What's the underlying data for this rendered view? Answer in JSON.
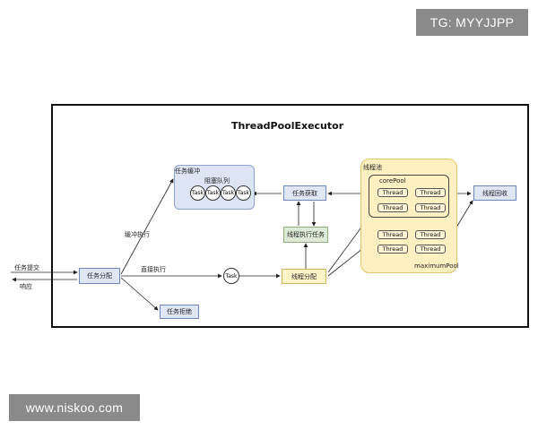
{
  "watermarks": {
    "top": "TG: MYYJJPP",
    "bottom": "www.niskoo.com"
  },
  "diagram": {
    "title": "ThreadPoolExecutor",
    "inputs": {
      "submit": "任务提交",
      "response": "响应"
    },
    "nodes": {
      "dispatch": "任务分配",
      "buffer_group": "任务缓冲",
      "blocking_queue": "阻塞队列",
      "reject": "任务拒绝",
      "task_fetch": "任务获取",
      "thread_exec_task": "线程执行任务",
      "thread_assign": "线程分配",
      "thread_recycle": "线程回收",
      "thread_pool": "线程池",
      "core_pool": "corePool",
      "maximum_pool": "maximumPool",
      "direct_task": "Task"
    },
    "queue_tasks": [
      "Task",
      "Task",
      "Task",
      "Task"
    ],
    "threads": [
      "Thread",
      "Thread",
      "Thread",
      "Thread",
      "Thread",
      "Thread",
      "Thread",
      "Thread"
    ],
    "edge_labels": {
      "buffer_exec": "缓冲执行",
      "direct_exec": "直接执行"
    }
  }
}
